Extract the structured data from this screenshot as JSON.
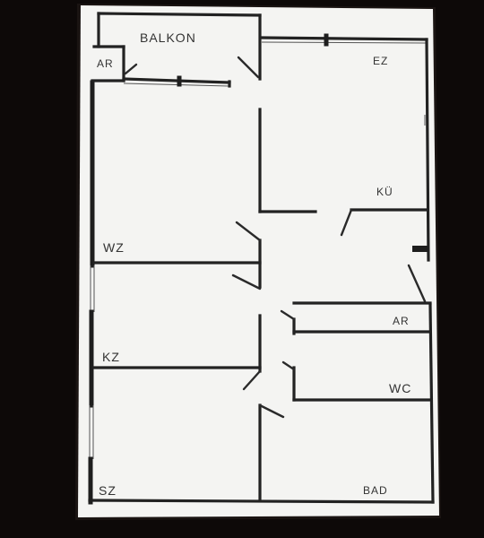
{
  "rooms": [
    {
      "id": "balkon",
      "label": "BALKON"
    },
    {
      "id": "ar-top",
      "label": "AR"
    },
    {
      "id": "ez",
      "label": "EZ"
    },
    {
      "id": "ku",
      "label": "KÜ"
    },
    {
      "id": "wz",
      "label": "WZ"
    },
    {
      "id": "ar-mid",
      "label": "AR"
    },
    {
      "id": "kz",
      "label": "KZ"
    },
    {
      "id": "wc",
      "label": "WC"
    },
    {
      "id": "sz",
      "label": "SZ"
    },
    {
      "id": "bad",
      "label": "BAD"
    }
  ]
}
